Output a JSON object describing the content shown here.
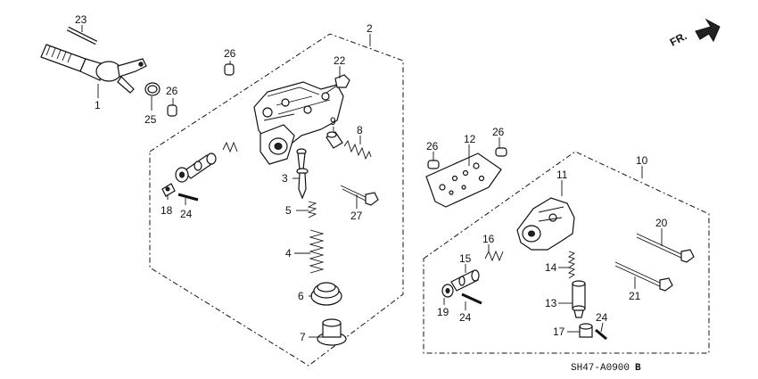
{
  "diagram_code": "SH47-A0900",
  "diagram_variant": "B",
  "front_indicator": "FR.",
  "callouts": [
    {
      "key": "p23a",
      "label": "23"
    },
    {
      "key": "p1",
      "label": "1"
    },
    {
      "key": "p25",
      "label": "25"
    },
    {
      "key": "p26a",
      "label": "26"
    },
    {
      "key": "p26b",
      "label": "26"
    },
    {
      "key": "p2",
      "label": "2"
    },
    {
      "key": "p22",
      "label": "22"
    },
    {
      "key": "p9",
      "label": "9"
    },
    {
      "key": "p8",
      "label": "8"
    },
    {
      "key": "p3",
      "label": "3"
    },
    {
      "key": "p18",
      "label": "18"
    },
    {
      "key": "p24a",
      "label": "24"
    },
    {
      "key": "p5",
      "label": "5"
    },
    {
      "key": "p27",
      "label": "27"
    },
    {
      "key": "p4",
      "label": "4"
    },
    {
      "key": "p6",
      "label": "6"
    },
    {
      "key": "p7",
      "label": "7"
    },
    {
      "key": "p26c",
      "label": "26"
    },
    {
      "key": "p12",
      "label": "12"
    },
    {
      "key": "p26d",
      "label": "26"
    },
    {
      "key": "p10",
      "label": "10"
    },
    {
      "key": "p11",
      "label": "11"
    },
    {
      "key": "p20",
      "label": "20"
    },
    {
      "key": "p16",
      "label": "16"
    },
    {
      "key": "p15",
      "label": "15"
    },
    {
      "key": "p14",
      "label": "14"
    },
    {
      "key": "p21",
      "label": "21"
    },
    {
      "key": "p13",
      "label": "13"
    },
    {
      "key": "p19",
      "label": "19"
    },
    {
      "key": "p24b",
      "label": "24"
    },
    {
      "key": "p24c",
      "label": "24"
    },
    {
      "key": "p17",
      "label": "17"
    }
  ]
}
